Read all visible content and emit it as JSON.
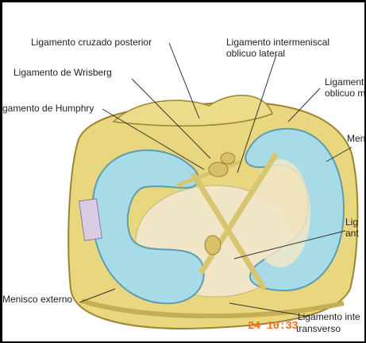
{
  "labels": {
    "lcp": "Ligamento cruzado posterior",
    "intermeniscal_lateral_1": "Ligamento intermeniscal",
    "intermeniscal_lateral_2": "oblicuo lateral",
    "wrisberg": "Ligamento de Wrisberg",
    "humphry": "gamento de Humphry",
    "intermeniscal_medial_1": "Ligament",
    "intermeniscal_medial_2": "oblicuo m",
    "menisco_interno": "Men",
    "lca_1": "Lig",
    "lca_2": "ant",
    "menisco_externo": "Menisco externo",
    "transverso_1": "Ligamento inte",
    "transverso_2": "transverso"
  },
  "stamp": "24 10:33",
  "colors": {
    "tissue": "#e8d77e",
    "meniscus": "#a8dbe8",
    "cartilage": "#f1e6c8",
    "stamp": "#ff6a1a"
  }
}
